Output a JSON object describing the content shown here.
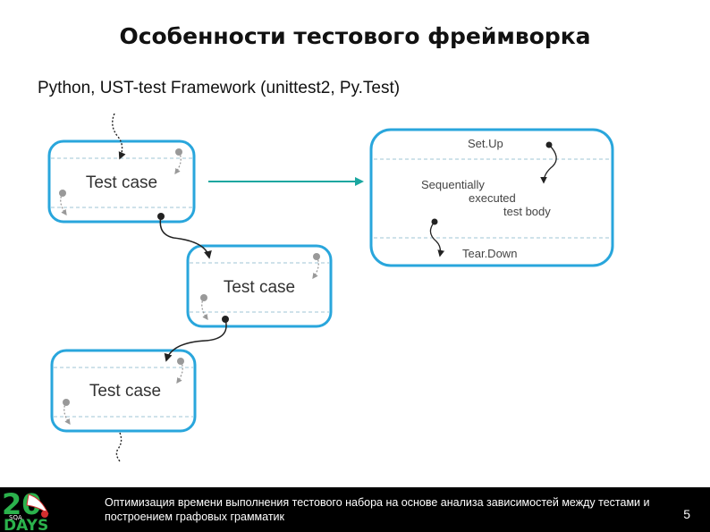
{
  "slide": {
    "title": "Особенности тестового фреймворка",
    "subtitle": "Python, UST-test Framework (unittest2, Py.Test)"
  },
  "diagram": {
    "test_cases": [
      "Test case",
      "Test case",
      "Test case"
    ],
    "detail": {
      "setup": "Set.Up",
      "body_line1": "Sequentially",
      "body_line2": "executed",
      "body_line3": "test body",
      "teardown": "Tear.Down"
    },
    "colors": {
      "frame": "#29a6dc",
      "dashed": "#9fc4d6",
      "arrow": "#1aa7a0",
      "path": "#222222"
    }
  },
  "footer": {
    "text": "Оптимизация времени выполнения тестового набора на основе анализа зависимостей между тестами и построением графовых грамматик",
    "page": "5",
    "logo_text": "SQA",
    "logo_digits": "20",
    "logo_word": "DAYS"
  }
}
